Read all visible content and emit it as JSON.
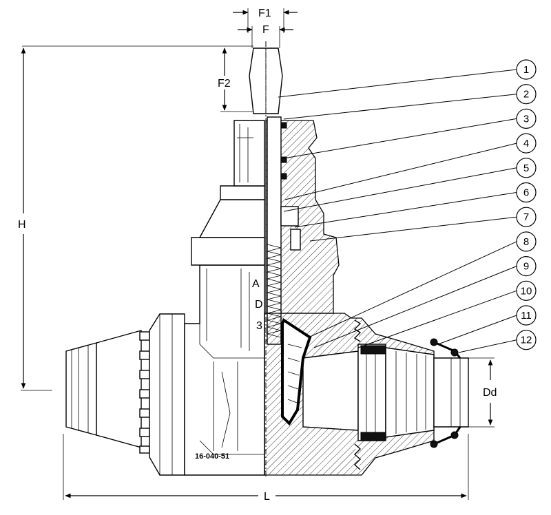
{
  "dimensions": {
    "f1": "F1",
    "f": "F",
    "f2": "F2",
    "h": "H",
    "dd": "Dd",
    "l": "L"
  },
  "callouts": [
    "1",
    "2",
    "3",
    "4",
    "5",
    "6",
    "7",
    "8",
    "9",
    "10",
    "11",
    "12"
  ],
  "body_marks": {
    "letter_a": "A",
    "letter_d": "D",
    "digit_3": "3",
    "serial": "16-040-51"
  },
  "colors": {
    "line": "#000000",
    "background": "#ffffff"
  }
}
